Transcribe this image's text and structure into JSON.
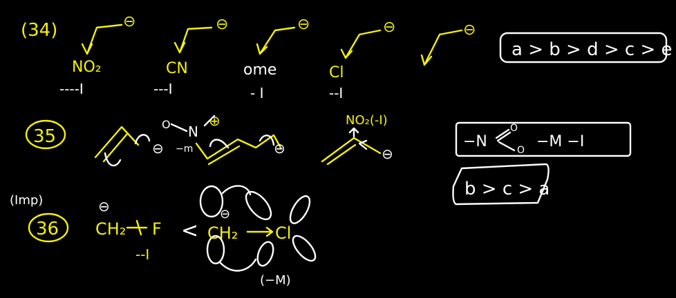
{
  "q34": {
    "number": "(34)",
    "charge": "⊖",
    "substituents": [
      {
        "group": "NO₂",
        "effect": "----I"
      },
      {
        "group": "CN",
        "effect": "---I"
      },
      {
        "group": "ome",
        "effect": "- I"
      },
      {
        "group": "Cl",
        "effect": "--I"
      }
    ],
    "answer": "a > b > d > c > e"
  },
  "q35": {
    "number": "35",
    "charge": "⊖",
    "no2_label": "NO₂(-I)",
    "nitro_o_left": "O",
    "nitro_n": "N",
    "nitro_o_top": "⊕",
    "minus_m": "−m",
    "resonance_box": {
      "n": "−N",
      "o_top": "O",
      "o_bottom": "O",
      "effects": "−M   −I"
    },
    "answer": "b > c > a"
  },
  "q36": {
    "number": "36",
    "note": "(Imp)",
    "left_ch2": "CH₂",
    "left_f": "F",
    "left_effect": "--I",
    "comparison": "<",
    "right_ch2": "CH₂",
    "right_cl": "Cl",
    "right_effect": "(−M)"
  }
}
